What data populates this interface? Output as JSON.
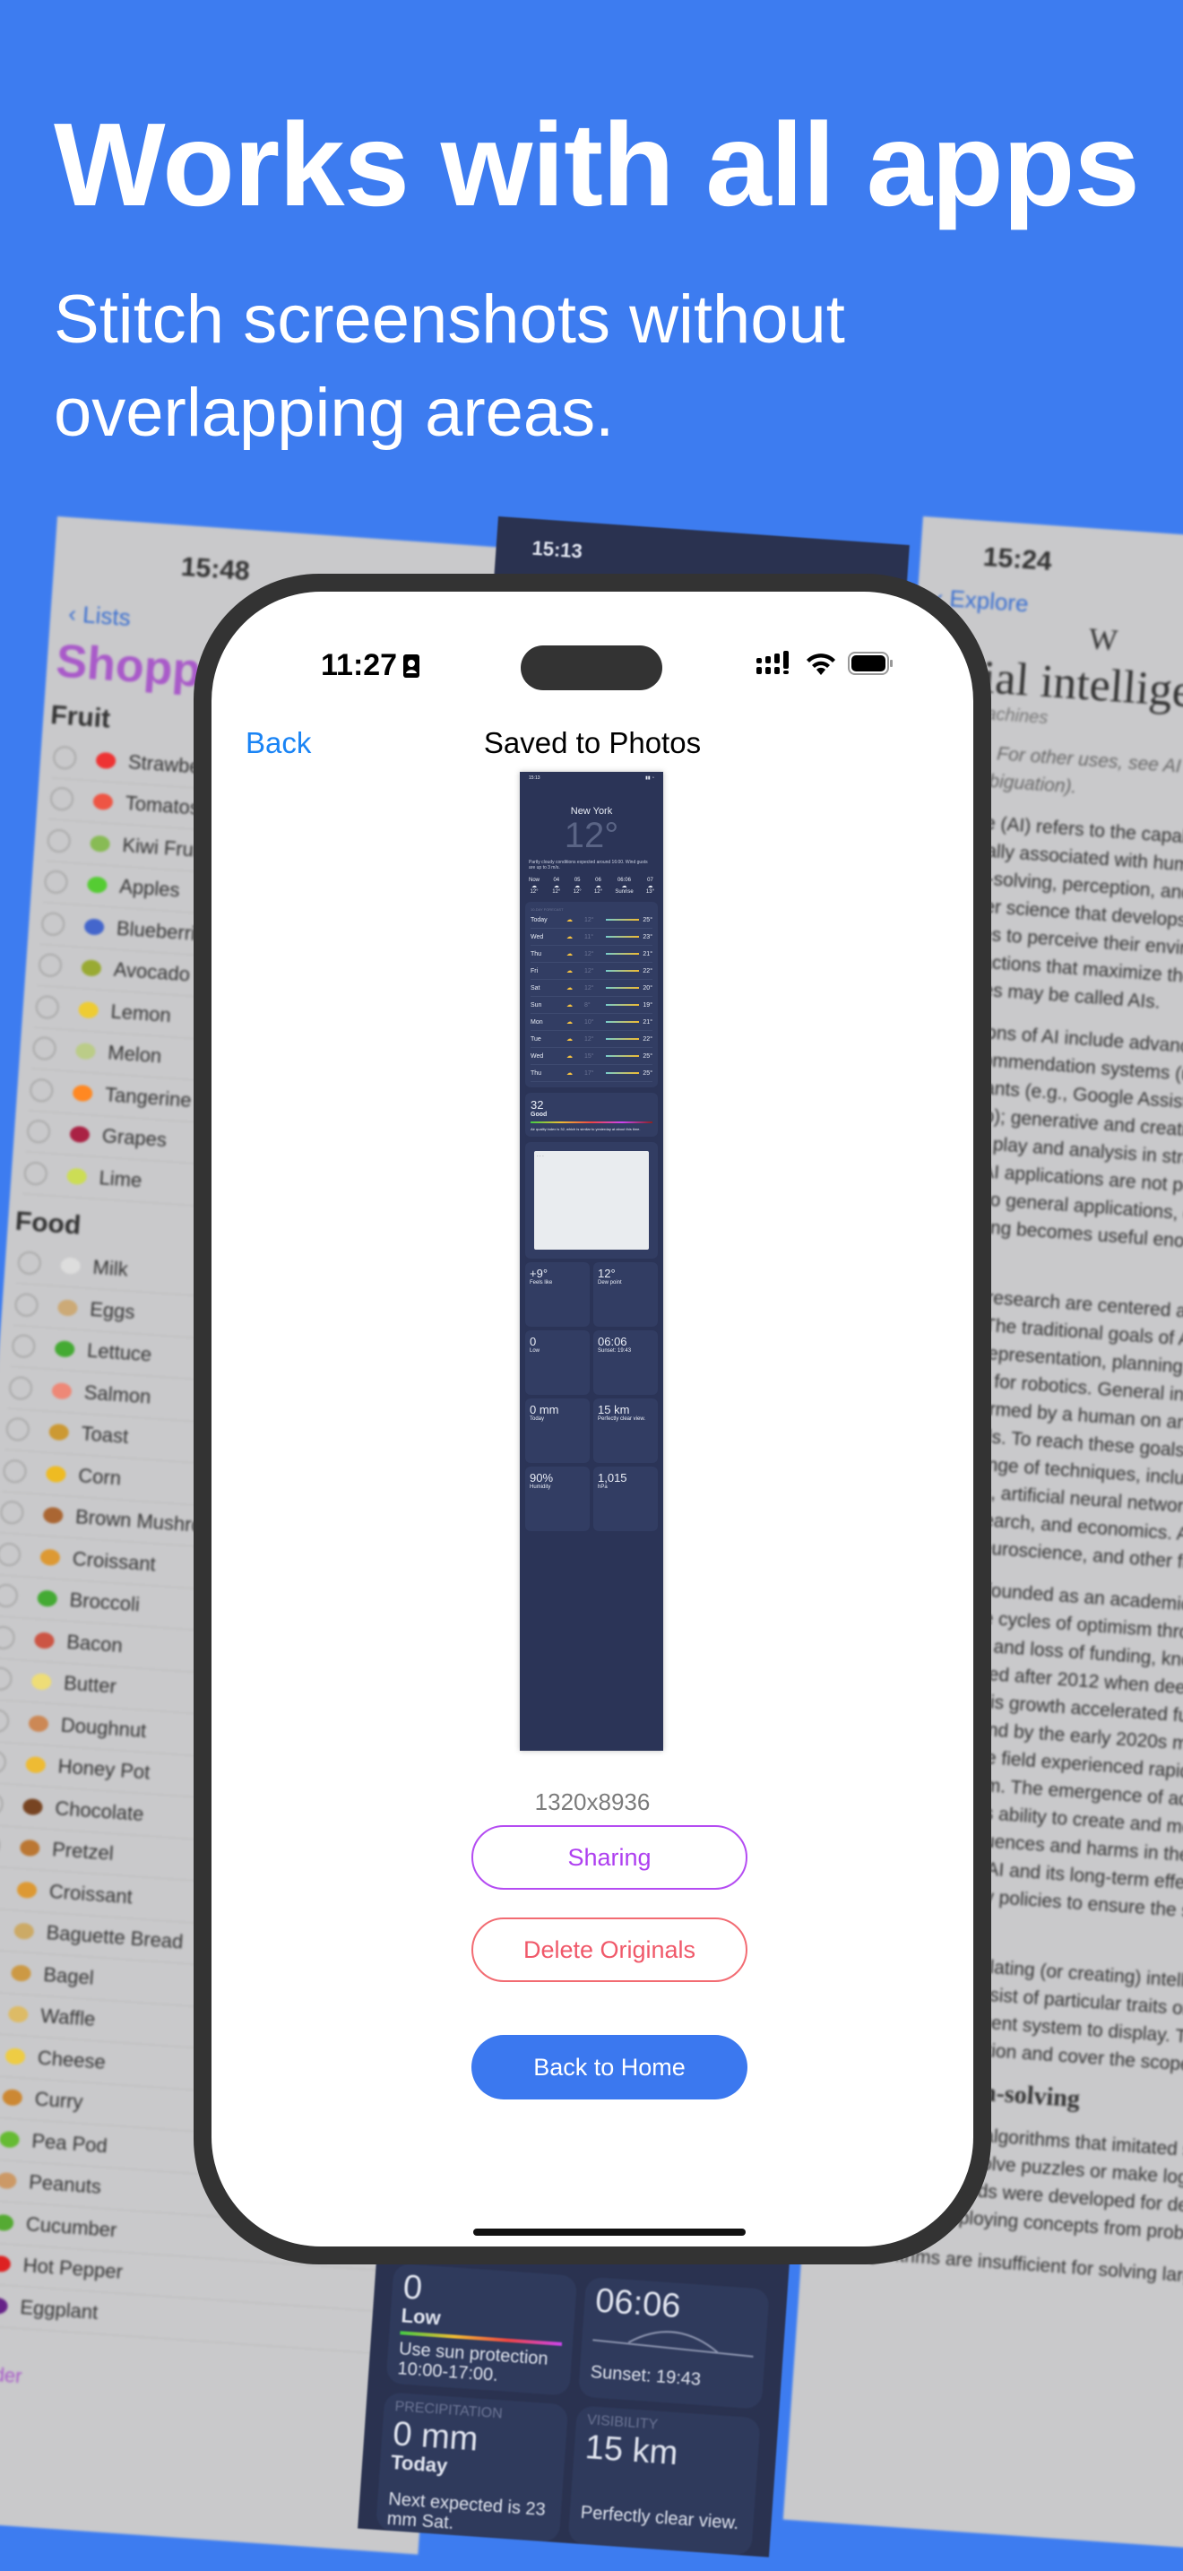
{
  "hero": {
    "title": "Works with all apps",
    "subtitle": "Stitch screenshots without overlapping areas."
  },
  "bg_left": {
    "time": "15:48",
    "back": "Lists",
    "title": "Shopping",
    "sections": [
      {
        "name": "Fruit",
        "items": [
          {
            "label": "Strawberry",
            "color": "#e33"
          },
          {
            "label": "Tomatos",
            "color": "#e54"
          },
          {
            "label": "Kiwi Fruit",
            "color": "#8b5"
          },
          {
            "label": "Apples",
            "color": "#5c3"
          },
          {
            "label": "Blueberries",
            "color": "#46c"
          },
          {
            "label": "Avocado",
            "color": "#9a3"
          },
          {
            "label": "Lemon",
            "color": "#ec3"
          },
          {
            "label": "Melon",
            "color": "#bc8"
          },
          {
            "label": "Tangerine",
            "color": "#f82"
          },
          {
            "label": "Grapes",
            "color": "#a24"
          },
          {
            "label": "Lime",
            "color": "#cd5"
          }
        ]
      },
      {
        "name": "Food",
        "items": [
          {
            "label": "Milk",
            "color": "#ddd"
          },
          {
            "label": "Eggs",
            "color": "#ca7"
          },
          {
            "label": "Lettuce",
            "color": "#4a3"
          },
          {
            "label": "Salmon",
            "color": "#e87"
          },
          {
            "label": "Toast",
            "color": "#c93"
          },
          {
            "label": "Corn",
            "color": "#eb2"
          },
          {
            "label": "Brown Mushroom",
            "color": "#a63"
          },
          {
            "label": "Croissant",
            "color": "#d93"
          },
          {
            "label": "Broccoli",
            "color": "#4a3"
          },
          {
            "label": "Bacon",
            "color": "#c54"
          },
          {
            "label": "Butter",
            "color": "#ed7"
          },
          {
            "label": "Doughnut",
            "color": "#c85"
          },
          {
            "label": "Honey Pot",
            "color": "#eb3"
          },
          {
            "label": "Chocolate",
            "color": "#742"
          },
          {
            "label": "Pretzel",
            "color": "#b73"
          },
          {
            "label": "Croissant",
            "color": "#d93"
          },
          {
            "label": "Baguette Bread",
            "color": "#ca6"
          },
          {
            "label": "Bagel",
            "color": "#c94"
          },
          {
            "label": "Waffle",
            "color": "#db6"
          },
          {
            "label": "Cheese",
            "color": "#ec4"
          },
          {
            "label": "Curry",
            "color": "#c83"
          },
          {
            "label": "Pea Pod",
            "color": "#6b3"
          },
          {
            "label": "Peanuts",
            "color": "#c96"
          },
          {
            "label": "Cucumber",
            "color": "#5a3"
          },
          {
            "label": "Hot Pepper",
            "color": "#d22"
          },
          {
            "label": "Eggplant",
            "color": "#628"
          }
        ]
      }
    ],
    "footer": "Reminder"
  },
  "bg_mid": {
    "time": "15:13",
    "uv": {
      "value": "0",
      "level": "Low",
      "note": "Use sun protection 10:00-17:00."
    },
    "sunrise": {
      "value": "06:06",
      "note": "Sunset: 19:43"
    },
    "precip": {
      "label": "PRECIPITATION",
      "value": "0 mm",
      "when": "Today",
      "note": "Next expected is 23 mm Sat."
    },
    "visibility": {
      "label": "VISIBILITY",
      "value": "15 km",
      "note": "Perfectly clear view."
    }
  },
  "bg_right": {
    "time": "15:24",
    "back": "Explore",
    "logo": "W",
    "title": "Artificial intelligence",
    "subtitle": "Intelligence of machines",
    "hatnote": "\"AI\" redirects here. For other uses, see AI (disambiguation) and Artificial intelligence (disambiguation).",
    "p1": "Artificial intelligence (AI) refers to the capability of computational systems to perform tasks typically associated with human intelligence, such as learning, reasoning, problem-solving, perception, and decision-making. It is a field of research in computer science that develops and studies methods and software that enable machines to perceive their environment and use learning and intelligence to take actions that maximize their chances of achieving defined goals. Such machines may be called AIs.",
    "p2": "High-profile applications of AI include advanced web search engines (e.g., Google Search); recommendation systems (used by YouTube, Amazon, and Netflix); virtual assistants (e.g., Google Assistant, Siri, and Alexa); autonomous vehicles (e.g., Waymo); generative and creative tools (e.g., ChatGPT and AI art); and superhuman play and analysis in strategy games (e.g., chess and Go). However, many AI applications are not perceived as AI: \"A lot of cutting edge AI has filtered into general applications, often without being called AI because once something becomes useful enough and common enough it's not labeled AI anymore.\"",
    "p3": "Various subfields of AI research are centered around particular goals and the use of particular tools. The traditional goals of AI research include learning, reasoning, knowledge representation, planning, natural language processing, perception, and support for robotics. General intelligence—the ability to complete any task performed by a human on an at least equal level—is among the field's long-term goals. To reach these goals, AI researchers have adapted and integrated a wide range of techniques, including search and mathematical optimization, formal logic, artificial neural networks, and methods based on statistics, operations research, and economics. AI also draws upon psychology, linguistics, philosophy, neuroscience, and other fields.",
    "p4": "Artificial intelligence was founded as an academic discipline in 1956, and the field went through multiple cycles of optimism throughout its history, followed by periods of disappointment and loss of funding, known as AI winters. Funding and interest vastly increased after 2012 when deep learning outperformed previous AI techniques. This growth accelerated further after 2017 with the transformer architecture, and by the early 2020s many billions of dollars were being invested in AI and the field experienced rapid ongoing progress in what has been called the AI boom. The emergence of advanced generative AI in the midst of the AI boom and its ability to create and modify content exposed several unintended consequences and harms in the present and raised concerns about the risks of AI and its long-term effects in the future, prompting discussions about regulatory policies to ensure the safety and benefits of the technology.",
    "p5": "The general problem of simulating (or creating) intelligence has been broken into subproblems. These consist of particular traits or capabilities that researchers expect an intelligent system to display. The traits described below have received the most attention and cover the scope of AI research.",
    "h2": "Reasoning and problem-solving",
    "p6": "Early researchers developed algorithms that imitated step-by-step reasoning that humans use when they solve puzzles or make logical deductions. By the late 1980s and 1990s, methods were developed for dealing with uncertain or incomplete information, employing concepts from probability and economics.",
    "p7": "Many of these algorithms are insufficient for solving large reasoning problems"
  },
  "phone": {
    "status": {
      "time": "11:27"
    },
    "nav": {
      "back": "Back",
      "title": "Saved to Photos"
    },
    "thumbnail": {
      "time": "15:13",
      "city": "New York",
      "temp": "12°",
      "desc": "Partly cloudy conditions expected around 16:00. Wind gusts are up to 3 m/s.",
      "hourly": [
        {
          "t": "Now",
          "v": "12°"
        },
        {
          "t": "04",
          "v": "12°"
        },
        {
          "t": "05",
          "v": "12°"
        },
        {
          "t": "06",
          "v": "12°"
        },
        {
          "t": "06:06",
          "v": "Sunrise"
        },
        {
          "t": "07",
          "v": "13°"
        }
      ],
      "forecast_label": "10-DAY FORECAST",
      "daily": [
        {
          "d": "Today",
          "lo": "12°",
          "hi": "25°"
        },
        {
          "d": "Wed",
          "lo": "11°",
          "hi": "23°"
        },
        {
          "d": "Thu",
          "lo": "12°",
          "hi": "21°"
        },
        {
          "d": "Fri",
          "lo": "12°",
          "hi": "22°"
        },
        {
          "d": "Sat",
          "lo": "12°",
          "hi": "20°"
        },
        {
          "d": "Sun",
          "lo": "8°",
          "hi": "19°"
        },
        {
          "d": "Mon",
          "lo": "10°",
          "hi": "21°"
        },
        {
          "d": "Tue",
          "lo": "12°",
          "hi": "22°"
        },
        {
          "d": "Wed",
          "lo": "15°",
          "hi": "25°"
        },
        {
          "d": "Thu",
          "lo": "17°",
          "hi": "25°"
        }
      ],
      "aqi": {
        "value": "32",
        "label": "Good",
        "note": "Air quality index is 32, which is similar to yesterday at about this time."
      },
      "tiles": [
        {
          "v": "+9°",
          "s": "Feels like"
        },
        {
          "v": "12°",
          "s": "Dew point"
        },
        {
          "v": "0",
          "s": "Low"
        },
        {
          "v": "06:06",
          "s": "Sunset: 19:43"
        },
        {
          "v": "0 mm",
          "s": "Today"
        },
        {
          "v": "15 km",
          "s": "Perfectly clear view."
        },
        {
          "v": "90%",
          "s": "Humidity"
        },
        {
          "v": "1,015",
          "s": "hPa"
        }
      ]
    },
    "dimensions": "1320x8936",
    "buttons": {
      "sharing": "Sharing",
      "delete": "Delete Originals",
      "home": "Back to Home"
    }
  },
  "colors": {
    "background": "#3d7cf0",
    "sharing": "#ae3ff0",
    "delete": "#f0596a",
    "primary": "#3b78ef",
    "link": "#1a84f5"
  }
}
